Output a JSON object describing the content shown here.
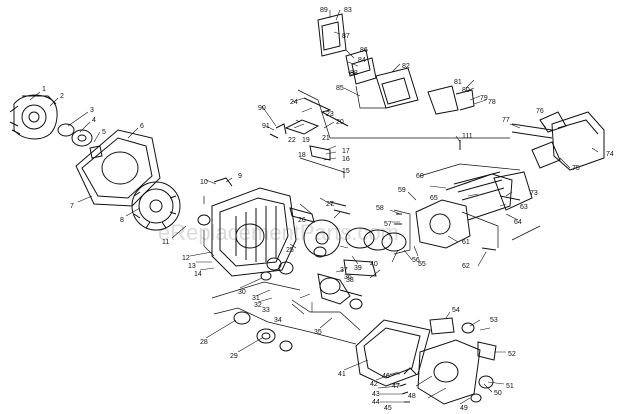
{
  "watermark": "eReplacementParts.com",
  "labels": [
    "1",
    "2",
    "3",
    "4",
    "5",
    "6",
    "7",
    "8",
    "9",
    "10",
    "11",
    "12",
    "13",
    "14",
    "15",
    "16",
    "17",
    "18",
    "19",
    "20",
    "21",
    "22",
    "23",
    "24",
    "25",
    "26",
    "27",
    "28",
    "29",
    "30",
    "31",
    "32",
    "33",
    "34",
    "35",
    "36",
    "37",
    "38",
    "39",
    "40",
    "41",
    "42",
    "43",
    "44",
    "45",
    "46",
    "47",
    "48",
    "49",
    "50",
    "51",
    "52",
    "53",
    "54",
    "55",
    "56",
    "57",
    "58",
    "59",
    "60",
    "61",
    "62",
    "63",
    "64",
    "65",
    "73",
    "74",
    "75",
    "76",
    "77",
    "78",
    "79",
    "80",
    "81",
    "82",
    "83",
    "84",
    "85",
    "86",
    "87",
    "88",
    "89",
    "90",
    "91",
    "111"
  ]
}
